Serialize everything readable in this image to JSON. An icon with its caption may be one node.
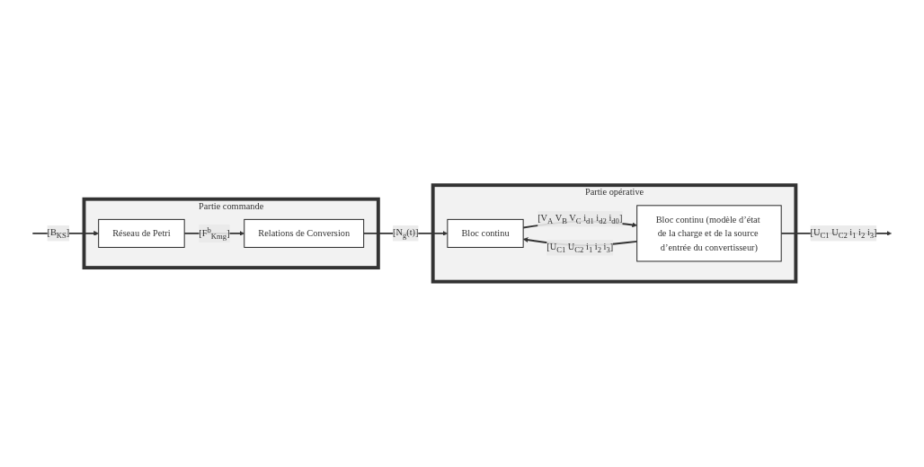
{
  "diagram": {
    "nodes": [
      {
        "text": [
          "Partie commande"
        ]
      },
      {
        "text": [
          "Réseau de Petri"
        ],
        "in": 0
      },
      {
        "text": [
          "Relations de Conversion"
        ],
        "in": 0
      },
      {
        "text": [
          "Partie opérative"
        ]
      },
      {
        "text": [
          "Bloc continu"
        ],
        "in": 3
      },
      {
        "text": [
          "Bloc continu (modèle d’état de la charge et de la source d’entrée du convertisseur)"
        ],
        "in": 3
      }
    ],
    "edges": [
      {
        "from": null,
        "to": 1,
        "arrow": "to",
        "label": "[B$_{KS}$]"
      },
      {
        "from": 1,
        "to": 2,
        "arrow": "to",
        "label": "[F$^{b}$$_{Kmg}$]"
      },
      {
        "from": 2,
        "to": 4,
        "arrow": "to",
        "label": "[N$_{g}$(t)]"
      },
      {
        "from": 4,
        "to": 5,
        "arrow": "to",
        "label": "[V$_{A}$ V$_{B}$ V$_{C}$ i$_{d1}$ i$_{d2}$ i$_{d0}$]"
      },
      {
        "from": 5,
        "to": null,
        "arrow": "to",
        "label": "[U$_{C1}$ U$_{C2}$ i$_{1}$ i$_{2}$ i$_{3}$]"
      },
      {
        "from": 5,
        "to": 4,
        "arrow": "to",
        "label": "[U$_{C1}$ U$_{C2}$ i$_{1}$ i$_{2}$ i$_{3}$]"
      }
    ]
  }
}
